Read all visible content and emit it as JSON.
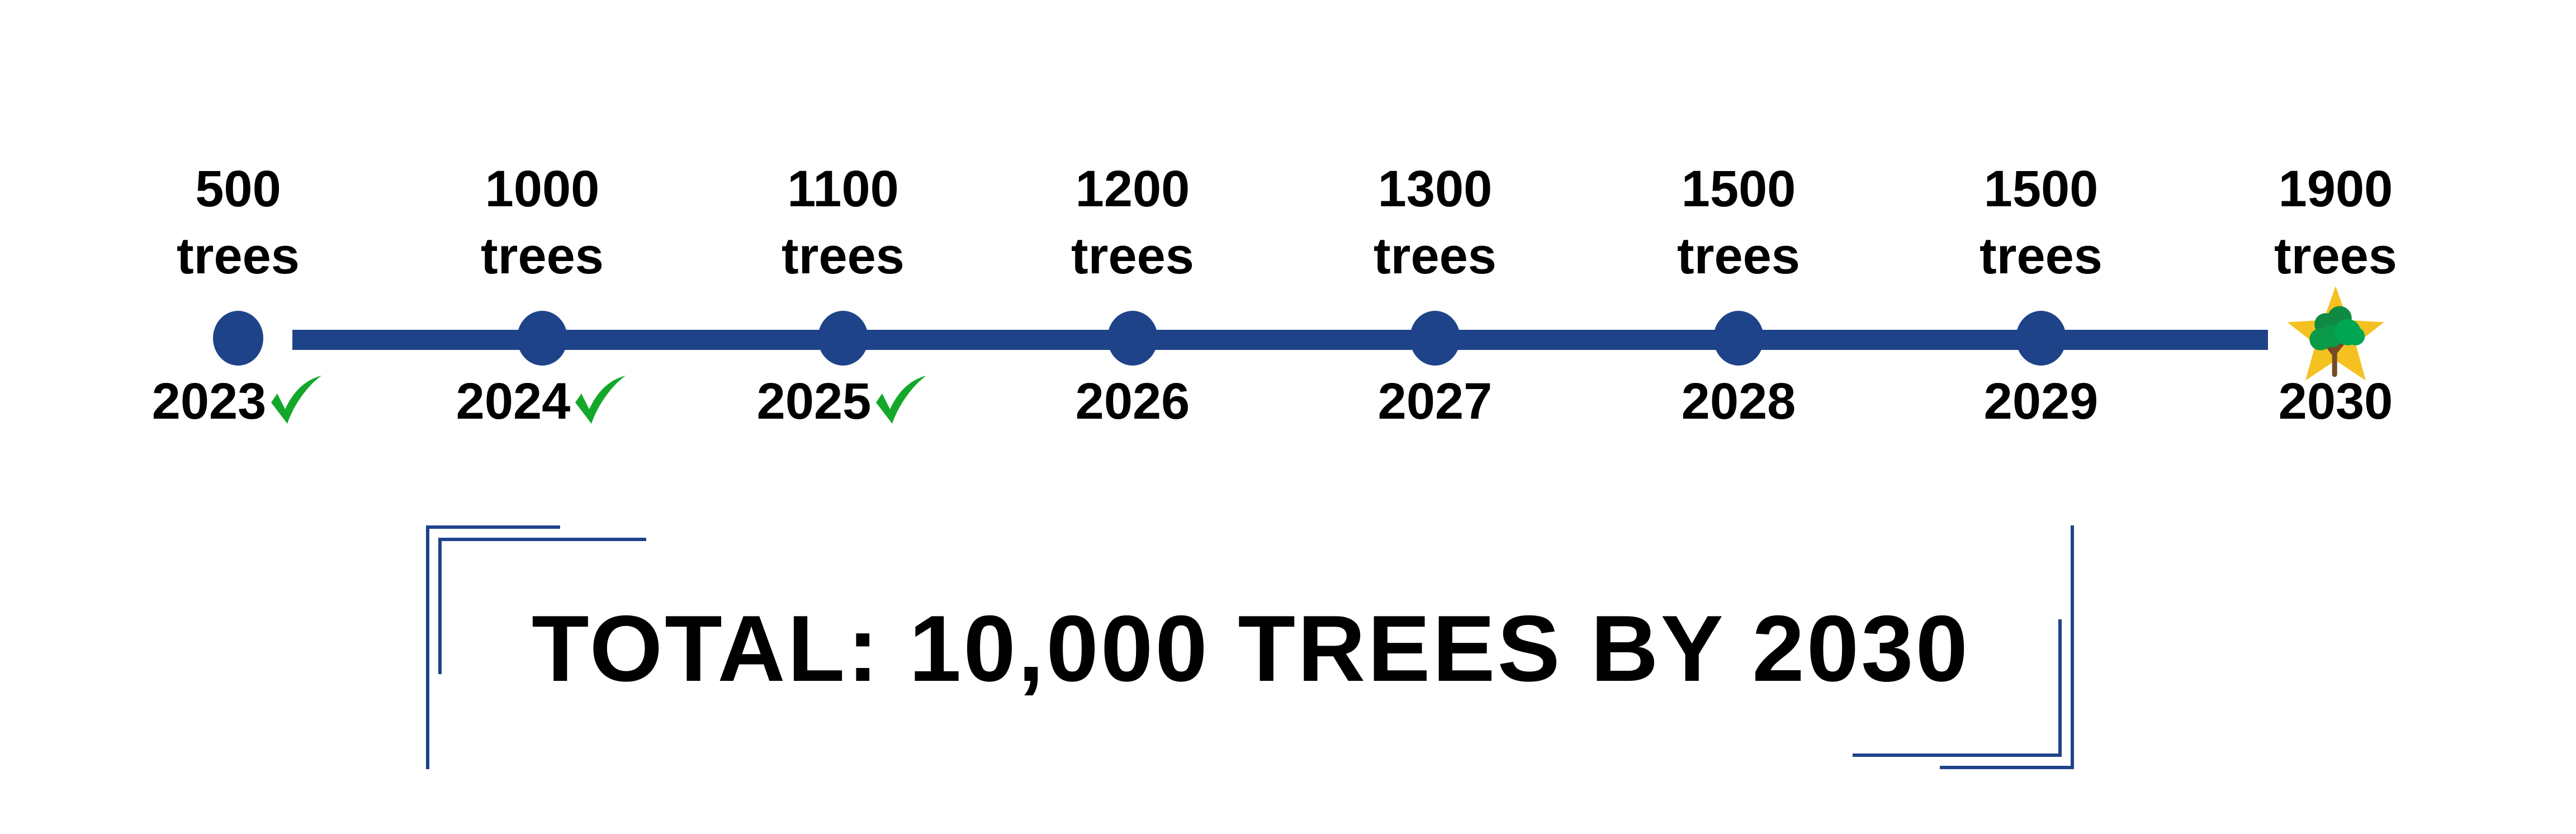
{
  "title": "Tree planting timeline",
  "milestones": [
    {
      "year": "2023",
      "amount": "500",
      "unit": "trees",
      "completed": true
    },
    {
      "year": "2024",
      "amount": "1000",
      "unit": "trees",
      "completed": true
    },
    {
      "year": "2025",
      "amount": "1100",
      "unit": "trees",
      "completed": true
    },
    {
      "year": "2026",
      "amount": "1200",
      "unit": "trees",
      "completed": false
    },
    {
      "year": "2027",
      "amount": "1300",
      "unit": "trees",
      "completed": false
    },
    {
      "year": "2028",
      "amount": "1500",
      "unit": "trees",
      "completed": false
    },
    {
      "year": "2029",
      "amount": "1500",
      "unit": "trees",
      "completed": false
    },
    {
      "year": "2030",
      "amount": "1900",
      "unit": "trees",
      "completed": false,
      "icon": "star-tree-icon"
    }
  ],
  "total_label": "TOTAL: 10,000 TREES BY 2030",
  "colors": {
    "line": "#1e4389",
    "check": "#14a82a",
    "star": "#f4c120",
    "tree": "#0b9a47",
    "trunk": "#744b26"
  }
}
